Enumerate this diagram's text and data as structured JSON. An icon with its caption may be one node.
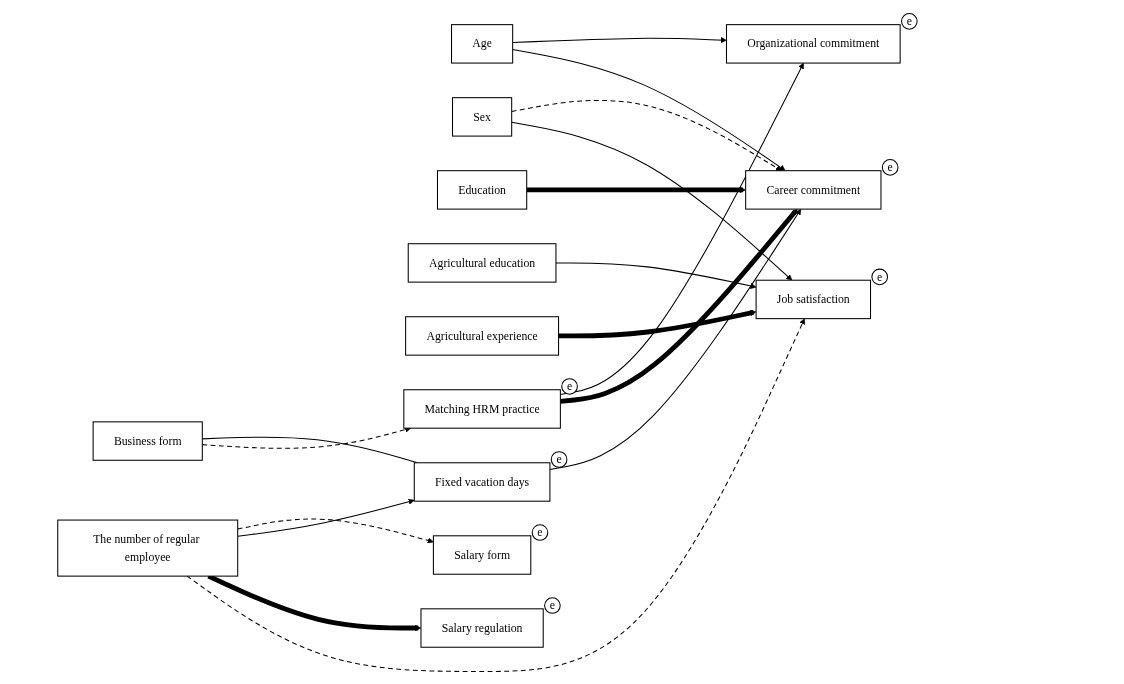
{
  "diagram": {
    "nodes": [
      {
        "text": [
          "Business form"
        ]
      },
      {
        "text": [
          "The number of regular employee"
        ]
      },
      {
        "text": [
          "Age"
        ]
      },
      {
        "text": [
          "Sex"
        ]
      },
      {
        "text": [
          "Education"
        ]
      },
      {
        "text": [
          "Agricultural education"
        ]
      },
      {
        "text": [
          "Agricultural experience"
        ]
      },
      {
        "text": [
          "Salary form"
        ],
        "beside": [
          "e"
        ]
      },
      {
        "text": [
          "Fixed vacation days"
        ],
        "beside": [
          "e"
        ]
      },
      {
        "text": [
          "Salary regulation"
        ],
        "beside": [
          "e"
        ]
      },
      {
        "text": [
          "Matching HRM practice"
        ],
        "beside": [
          "e"
        ]
      },
      {
        "text": [
          "Organizational commitment"
        ],
        "beside": [
          "e"
        ]
      },
      {
        "text": [
          "Career commitment"
        ],
        "beside": [
          "e"
        ]
      },
      {
        "text": [
          "Job satisfaction"
        ],
        "beside": [
          "e"
        ]
      }
    ],
    "edges": [
      {
        "from": 0,
        "to": 8,
        "arrow": "none"
      },
      {
        "from": 0,
        "to": 10,
        "arrow": "to",
        "style": "dashed"
      },
      {
        "from": 1,
        "to": 7,
        "arrow": "to",
        "style": "dashed"
      },
      {
        "from": 1,
        "to": 8,
        "arrow": "to"
      },
      {
        "from": 1,
        "to": 9,
        "arrow": "to",
        "style": "thick"
      },
      {
        "from": 1,
        "to": 13,
        "arrow": "to",
        "style": "dashed"
      },
      {
        "from": 2,
        "to": 11,
        "arrow": "to"
      },
      {
        "from": 2,
        "to": 12,
        "arrow": "to"
      },
      {
        "from": 3,
        "to": 12,
        "arrow": "to",
        "style": "dashed"
      },
      {
        "from": 3,
        "to": 13,
        "arrow": "to"
      },
      {
        "from": 4,
        "to": 12,
        "arrow": "to",
        "style": "thick"
      },
      {
        "from": 5,
        "to": 13,
        "arrow": "to"
      },
      {
        "from": 6,
        "to": 13,
        "arrow": "to",
        "style": "thick"
      },
      {
        "from": 8,
        "to": 12,
        "arrow": "to"
      },
      {
        "from": 10,
        "to": 11,
        "arrow": "to"
      },
      {
        "from": 10,
        "to": 12,
        "arrow": "to",
        "style": "thick"
      }
    ]
  }
}
